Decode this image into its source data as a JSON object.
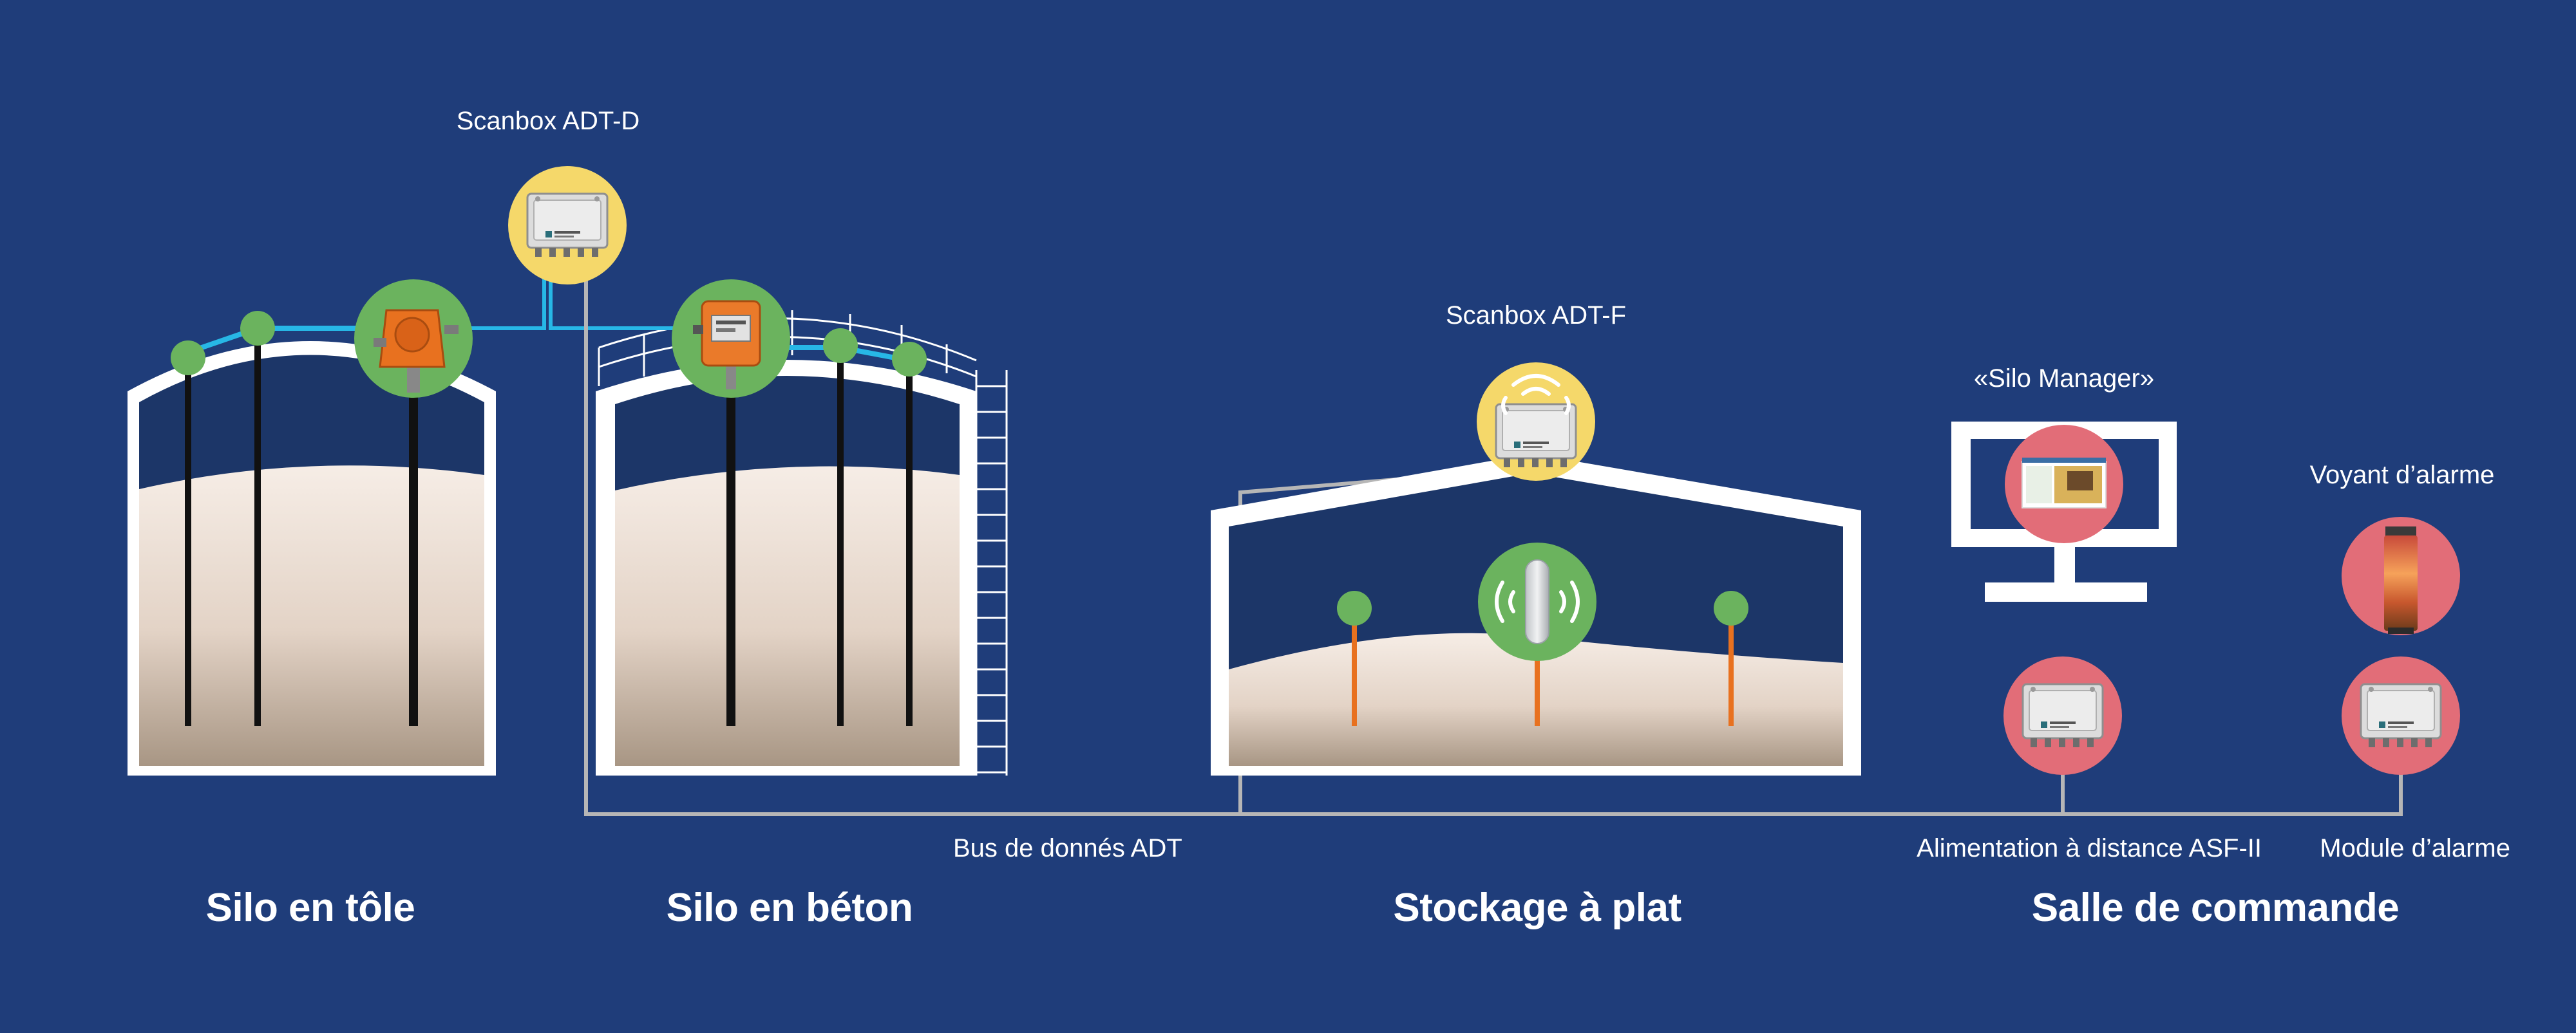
{
  "labels": {
    "scanbox_d": "Scanbox ADT-D",
    "scanbox_f": "Scanbox ADT-F",
    "silo_manager": "«Silo Manager»",
    "voyant": "Voyant d’alarme",
    "bus": "Bus de donnés ADT",
    "alimentation": "Alimentation à distance ASF-II",
    "module": "Module d’alarme"
  },
  "sections": {
    "silo_tole": "Silo en tôle",
    "silo_beton": "Silo en béton",
    "stockage": "Stockage à plat",
    "salle": "Salle de commande"
  },
  "colors": {
    "background": "#1f3d7a",
    "silo_interior": "#1c3668",
    "grain_light": "#f6ede6",
    "grain_dark": "#a89684",
    "green_node": "#6bb35e",
    "yellow_node": "#f5d86a",
    "red_node": "#e26d78",
    "data_line_blue": "#27b7e6",
    "bus_line_gray": "#b6b6b6",
    "probe_orange": "#e8711f"
  },
  "icons": {
    "scanbox": "scanbox-device-icon",
    "wireless": "wireless-signal-icon",
    "monitor": "monitor-icon",
    "alarm": "alarm-light-icon"
  }
}
